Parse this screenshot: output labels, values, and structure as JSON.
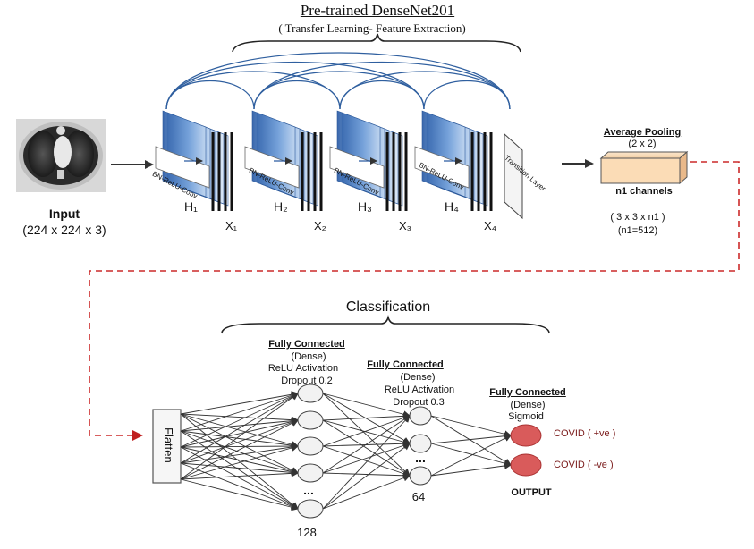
{
  "title": "Pre-trained DenseNet201",
  "subtitle": "( Transfer Learning- Feature Extraction)",
  "input": {
    "label": "Input",
    "size": "(224 x 224 x 3)"
  },
  "block_label": "BN-ReLU-Conv",
  "transition_label": "Transition Layer",
  "blocks": [
    {
      "h": "H₁",
      "x": "X₁"
    },
    {
      "h": "H₂",
      "x": "X₂"
    },
    {
      "h": "H₃",
      "x": "X₃"
    },
    {
      "h": "H₄",
      "x": "X₄"
    }
  ],
  "pooling": {
    "title": "Average Pooling",
    "kernel": "(2 x 2)",
    "channels": "n1 channels",
    "shape": "( 3 x 3 x n1 )",
    "n1": "(n1=512)"
  },
  "classification": {
    "title": "Classification",
    "flatten": "Flatten",
    "dense1": {
      "title": "Fully Connected",
      "type": "(Dense)",
      "activation": "ReLU Activation",
      "dropout": "Dropout 0.2",
      "units": "128"
    },
    "dense2": {
      "title": "Fully Connected",
      "type": "(Dense)",
      "activation": "ReLU Activation",
      "dropout": "Dropout 0.3",
      "units": "64"
    },
    "dense3": {
      "title": "Fully Connected",
      "type": "(Dense)",
      "activation": "Sigmoid"
    },
    "ellipsis": "...",
    "outputs": [
      "COVID ( +ve )",
      "COVID ( -ve )"
    ],
    "output_label": "OUTPUT"
  },
  "colors": {
    "dashed_line": "#cc2a2a",
    "output_node": "#d95b5b",
    "block_blue": "#5b8fd4",
    "arc": "#2f5f9f"
  }
}
